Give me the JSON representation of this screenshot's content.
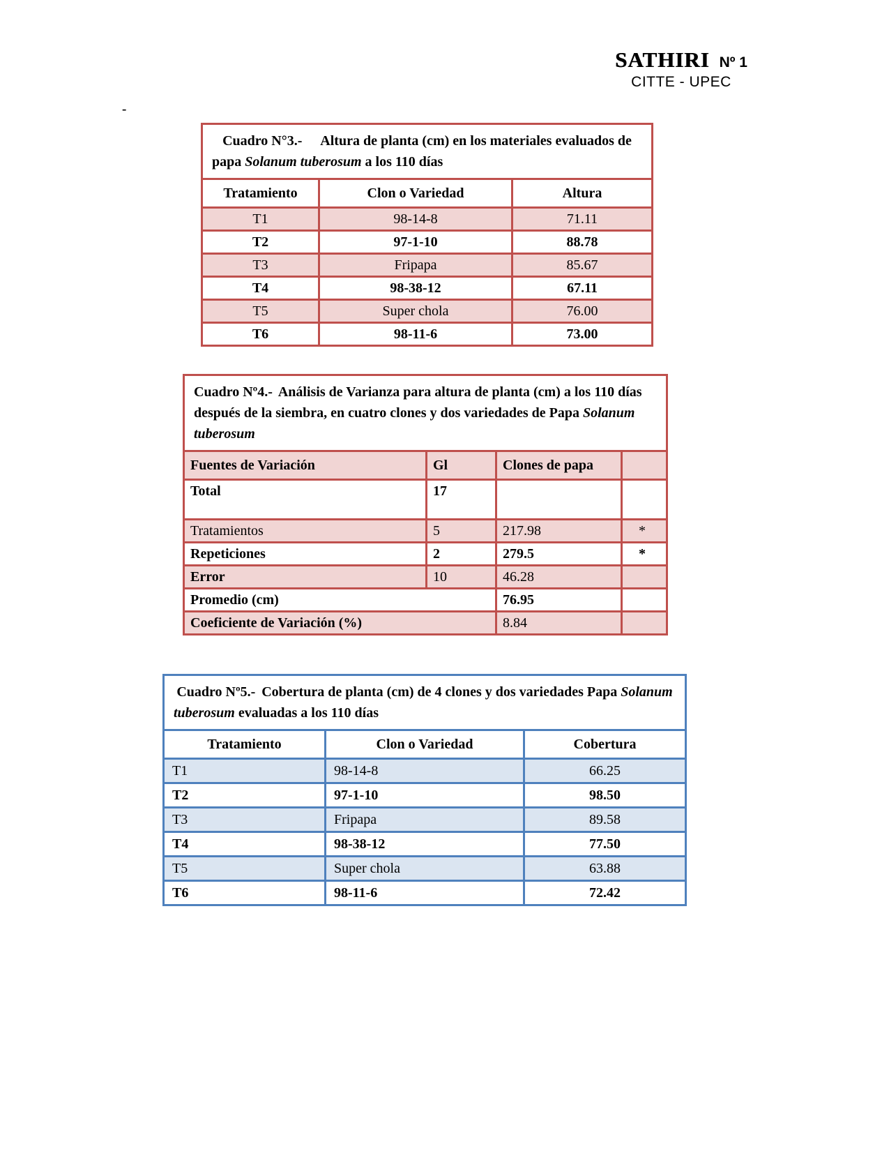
{
  "header": {
    "journal": "SATHIRI",
    "issue": "Nº 1",
    "subtitle": "CITTE - UPEC"
  },
  "stray_dash": "-",
  "colors": {
    "red_border": "#BF504D",
    "red_fill": "#F1D5D4",
    "blue_border": "#4F81BD",
    "blue_fill": "#DBE5F1"
  },
  "cuadro3": {
    "title_label": "Cuadro N°3.-",
    "title_text": "Altura de planta (cm) en los materiales evaluados de papa",
    "title_species": "Solanum tuberosum",
    "title_tail": "a los 110 días",
    "headers": [
      "Tratamiento",
      "Clon o Variedad",
      "Altura"
    ],
    "rows": [
      {
        "tratamiento": "T1",
        "clon": "98-14-8",
        "altura": "71.11"
      },
      {
        "tratamiento": "T2",
        "clon": "97-1-10",
        "altura": "88.78"
      },
      {
        "tratamiento": "T3",
        "clon": "Fripapa",
        "altura": "85.67"
      },
      {
        "tratamiento": "T4",
        "clon": "98-38-12",
        "altura": "67.11"
      },
      {
        "tratamiento": "T5",
        "clon": "Super chola",
        "altura": "76.00"
      },
      {
        "tratamiento": "T6",
        "clon": "98-11-6",
        "altura": "73.00"
      }
    ]
  },
  "cuadro4": {
    "title_label": "Cuadro Nº4.-",
    "title_text": "Análisis de Varianza para altura de planta (cm)  a los 110 días después de la siembra, en cuatro clones y dos variedades de Papa",
    "title_species": "Solanum tuberosum",
    "headers": [
      "Fuentes de Variación",
      "Gl",
      "Clones de papa",
      ""
    ],
    "rows": [
      {
        "fuente": "Total",
        "gl": "17",
        "valor": "",
        "sig": ""
      },
      {
        "fuente": "Tratamientos",
        "gl": "5",
        "valor": "217.98",
        "sig": "*"
      },
      {
        "fuente": "Repeticiones",
        "gl": "2",
        "valor": "279.5",
        "sig": "*"
      },
      {
        "fuente": "Error",
        "gl": "10",
        "valor": "46.28",
        "sig": ""
      },
      {
        "fuente": "Promedio (cm)",
        "gl": "",
        "valor": "76.95",
        "sig": ""
      },
      {
        "fuente": "Coeficiente de Variación (%)",
        "gl": "",
        "valor": "8.84",
        "sig": ""
      }
    ]
  },
  "cuadro5": {
    "title_label": "Cuadro Nº5.-",
    "title_text": "Cobertura de planta (cm) de 4 clones y dos variedades Papa",
    "title_species": "Solanum tuberosum",
    "title_tail": "evaluadas a los 110 días",
    "headers": [
      "Tratamiento",
      "Clon o Variedad",
      "Cobertura"
    ],
    "rows": [
      {
        "tratamiento": "T1",
        "clon": "98-14-8",
        "cobertura": "66.25"
      },
      {
        "tratamiento": "T2",
        "clon": "97-1-10",
        "cobertura": "98.50"
      },
      {
        "tratamiento": "T3",
        "clon": "Fripapa",
        "cobertura": "89.58"
      },
      {
        "tratamiento": "T4",
        "clon": "98-38-12",
        "cobertura": "77.50"
      },
      {
        "tratamiento": "T5",
        "clon": "Super chola",
        "cobertura": "63.88"
      },
      {
        "tratamiento": "T6",
        "clon": "98-11-6",
        "cobertura": "72.42"
      }
    ]
  }
}
